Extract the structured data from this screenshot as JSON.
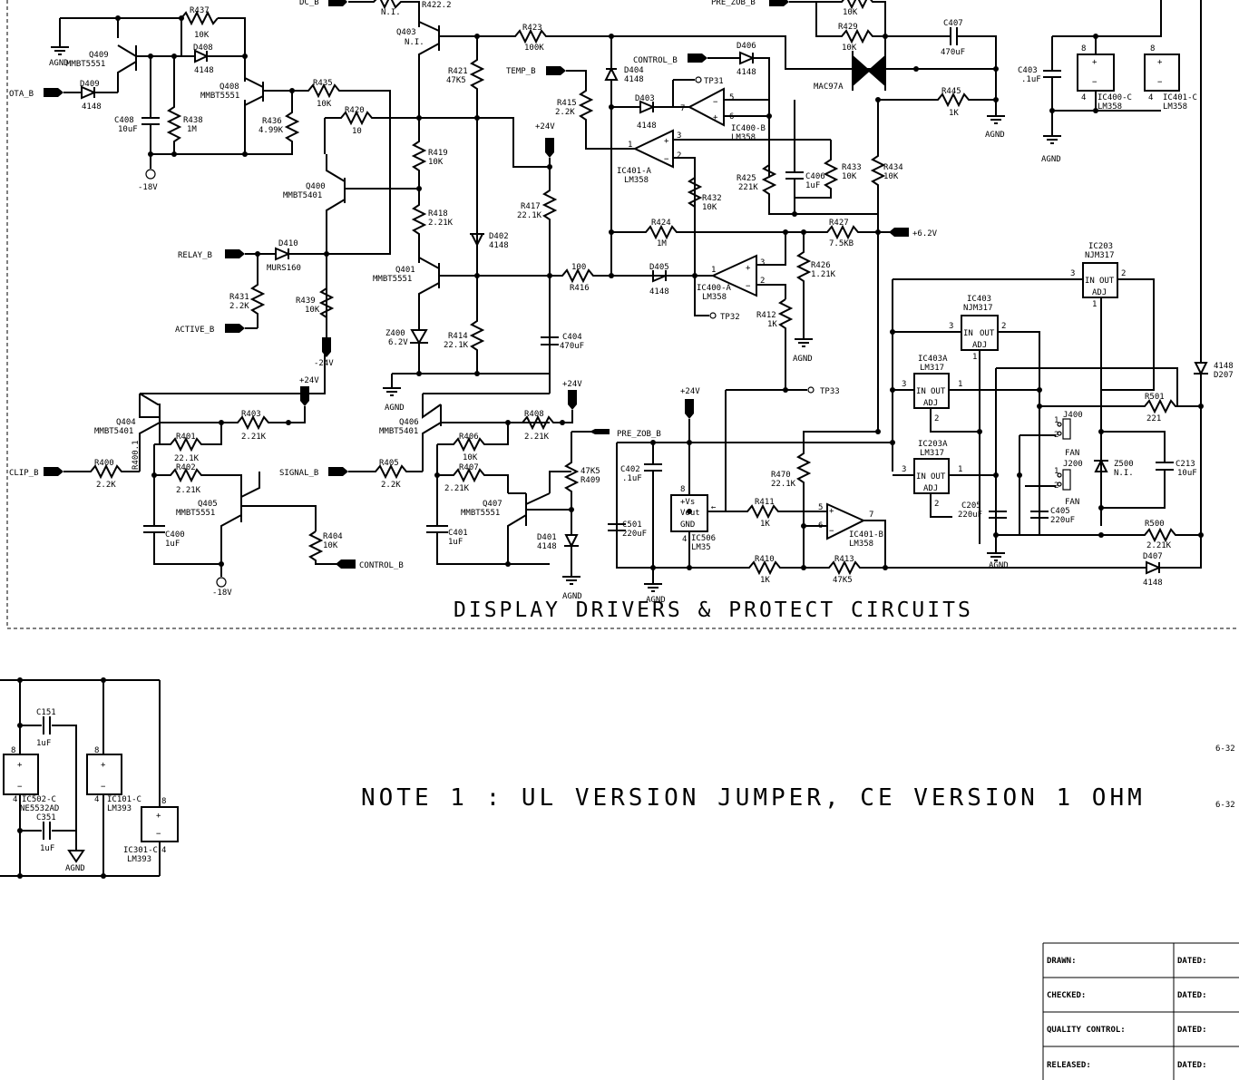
{
  "title": "DISPLAY DRIVERS & PROTECT CIRCUITS",
  "note": "NOTE 1 : UL VERSION JUMPER, CE VERSION 1 OHM",
  "page_refs": [
    "6-32",
    "6-32"
  ],
  "nets": {
    "dc_b": "DC_B",
    "pre_zob_top": "PRE_ZOB_B",
    "ota_b": "OTA_B",
    "relay_b": "RELAY_B",
    "active_b": "ACTIVE_B",
    "temp_b": "TEMP_B",
    "control_b_top": "CONTROL_B",
    "control_b_bottom": "CONTROL_B",
    "clip_b": "CLIP_B",
    "signal_b": "SIGNAL_B",
    "pre_zob_mid": "PRE_ZOB_B",
    "p24_a": "+24V",
    "p24_b": "+24V",
    "p24_c": "+24V",
    "p24_d": "+24V",
    "m24": "-24V",
    "m18_a": "-18V",
    "m18_b": "-18V",
    "p62": "+6.2V",
    "agnd_1": "AGND",
    "agnd_2": "AGND",
    "agnd_3": "AGND",
    "agnd_4": "AGND",
    "agnd_5": "AGND",
    "agnd_6": "AGND",
    "agnd_7": "AGND",
    "agnd_8": "AGND",
    "agnd_9": "AGND",
    "tp31": "TP31",
    "tp32": "TP32",
    "tp33": "TP33"
  },
  "components": {
    "r437": "R437",
    "r437v": "10K",
    "d408": "D408",
    "d408v": "4148",
    "q409": "Q409",
    "q409v": "MMBT5551",
    "d409": "D409",
    "d409v": "4148",
    "q408": "Q408",
    "q408v": "MMBT5551",
    "r435": "R435",
    "r435v": "10K",
    "c408": "C408",
    "c408v": "10uF",
    "r438": "R438",
    "r438v": "1M",
    "r436": "R436",
    "r436v": "4.99K",
    "r420": "R420",
    "r420v": "10",
    "q403": "Q403",
    "q403v": "N.I.",
    "r422": "R422.2",
    "ni_top": "N.I.",
    "r423": "R423",
    "r423v": "100K",
    "r421": "R421",
    "r421v": "47K5",
    "d404": "D404",
    "d404v": "4148",
    "d406": "D406",
    "d406v": "4148",
    "r429": "R429",
    "r429v": "10K",
    "r429b": "10K",
    "c407": "C407",
    "c407v": "470uF",
    "mac97": "MAC97A",
    "r445": "R445",
    "r445v": "1K",
    "c403": "C403",
    "c403v": ".1uF",
    "ic400c": "IC400-C",
    "ic400cv": "LM358",
    "ic401c": "IC401-C",
    "ic401cv": "LM358",
    "d403": "D403",
    "d403v": "4148",
    "r415": "R415",
    "r415v": "2.2K",
    "ic400b": "IC400-B",
    "ic400bv": "LM358",
    "ic401a": "IC401-A",
    "ic401av": "LM358",
    "r419": "R419",
    "r419v": "10K",
    "q400": "Q400",
    "q400v": "MMBT5401",
    "r418": "R418",
    "r418v": "2.21K",
    "r425": "R425",
    "r425v": "221K",
    "c406": "C406",
    "c406v": "1uF",
    "r433": "R433",
    "r433v": "10K",
    "r434": "R434",
    "r434v": "10K",
    "r417": "R417",
    "r417v": "22.1K",
    "r432": "R432",
    "r432v": "10K",
    "r424": "R424",
    "r424v": "1M",
    "r427": "R427",
    "r427v": "7.5KB",
    "d402": "D402",
    "d402v": "4148",
    "d410": "D410",
    "d410v": "MURS160",
    "q401": "Q401",
    "q401v": "MMBT5551",
    "r416": "R416",
    "r416v": "100",
    "d405": "D405",
    "d405v": "4148",
    "ic400a": "IC400-A",
    "ic400av": "LM358",
    "r426": "R426",
    "r426v": "1.21K",
    "r431": "R431",
    "r431v": "2.2K",
    "r439": "R439",
    "r439v": "10K",
    "z400": "Z400",
    "z400v": "6.2V",
    "r414": "R414",
    "r414v": "22.1K",
    "c404": "C404",
    "c404v": "470uF",
    "r412": "R412",
    "r412v": "1K",
    "ic203": "IC203",
    "ic203v": "NJM317",
    "ic403": "IC403",
    "ic403v": "NJM317",
    "ic403a": "IC403A",
    "ic403av": "LM317",
    "ic203a": "IC203A",
    "ic203av": "LM317",
    "d207": "D207",
    "d207v": "4148",
    "q404": "Q404",
    "q404v": "MMBT5401",
    "r403": "R403",
    "r403v": "2.21K",
    "r401": "R401",
    "r401v": "22.1K",
    "r402": "R402",
    "r402v": "2.21K",
    "r400": "R400",
    "r400v": "2.2K",
    "r4001": "R400.1",
    "q405": "Q405",
    "q405v": "MMBT5551",
    "c400": "C400",
    "c400v": "1uF",
    "r404": "R404",
    "r404v": "10K",
    "q406": "Q406",
    "q406v": "MMBT5401",
    "r408": "R408",
    "r408v": "2.21K",
    "r406": "R406",
    "r406v": "10K",
    "r407": "R407",
    "r407v": "2.21K",
    "r405": "R405",
    "r405v": "2.2K",
    "q407": "Q407",
    "q407v": "MMBT5551",
    "c401": "C401",
    "c401v": "1uF",
    "r409": "R409",
    "r409v": "47K5",
    "d401": "D401",
    "d401v": "4148",
    "c402": "C402",
    "c402v": ".1uF",
    "c501": "C501",
    "c501v": "220uF",
    "ic506": "IC506",
    "ic506v": "LM35",
    "ic506_vs": "+Vs",
    "ic506_vout": "Vout",
    "ic506_gnd": "GND",
    "r411": "R411",
    "r411v": "1K",
    "r470": "R470",
    "r470v": "22.1K",
    "ic401b": "IC401-B",
    "ic401bv": "LM358",
    "r410": "R410",
    "r410v": "1K",
    "r413": "R413",
    "r413v": "47K5",
    "r501": "R501",
    "r501v": "221",
    "j400": "J400",
    "j400v": "FAN",
    "j200": "J200",
    "j200v": "FAN",
    "z500": "Z500",
    "z500v": "N.I.",
    "c213": "C213",
    "c213v": "10uF",
    "c205": "C205",
    "c205v": "220uF",
    "c405": "C405",
    "c405v": "220uF",
    "r500": "R500",
    "r500v": "2.21K",
    "d407": "D407",
    "d407v": "4148",
    "c151": "C151",
    "c151v": "1uF",
    "ic502c": "IC502-C",
    "ic502cv": "NE5532AD",
    "c351": "C351",
    "c351v": "1uF",
    "ic101c": "IC101-C",
    "ic101cv": "LM393",
    "ic301c": "IC301-C",
    "ic301cv": "LM393",
    "in_lbl": "IN",
    "out_lbl": "OUT",
    "adj_lbl": "ADJ"
  },
  "title_block": [
    {
      "label": "DRAWN:",
      "date": "DATED:"
    },
    {
      "label": "CHECKED:",
      "date": "DATED:"
    },
    {
      "label": "QUALITY CONTROL:",
      "date": "DATED:"
    },
    {
      "label": "RELEASED:",
      "date": "DATED:"
    }
  ]
}
